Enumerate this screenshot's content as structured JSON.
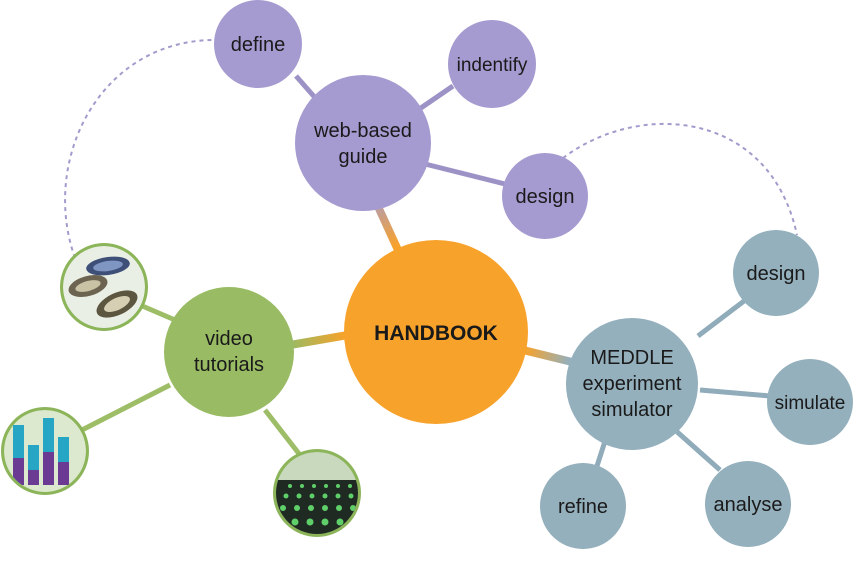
{
  "center": {
    "label": "HANDBOOK",
    "color": "#f7a22b"
  },
  "web_guide": {
    "color": "#a59bd0",
    "label_lines": [
      "web-based",
      "guide"
    ],
    "children": [
      "define",
      "indentify",
      "design"
    ]
  },
  "video_tutorials": {
    "color": "#99bb64",
    "label_lines": [
      "video",
      "tutorials"
    ],
    "thumbnails": [
      "oysters-image-icon",
      "bar-chart-image-icon",
      "grid-field-image-icon"
    ]
  },
  "simulator": {
    "color": "#94b0bd",
    "label_lines": [
      "MEDDLE",
      "experiment",
      "simulator"
    ],
    "children": [
      "design",
      "simulate",
      "analyse",
      "refine"
    ]
  },
  "colors": {
    "purple_connector": "#9c92c6",
    "green_connector": "#9dbd66",
    "blue_connector": "#90abba",
    "dotted_link": "#a39bcc"
  }
}
